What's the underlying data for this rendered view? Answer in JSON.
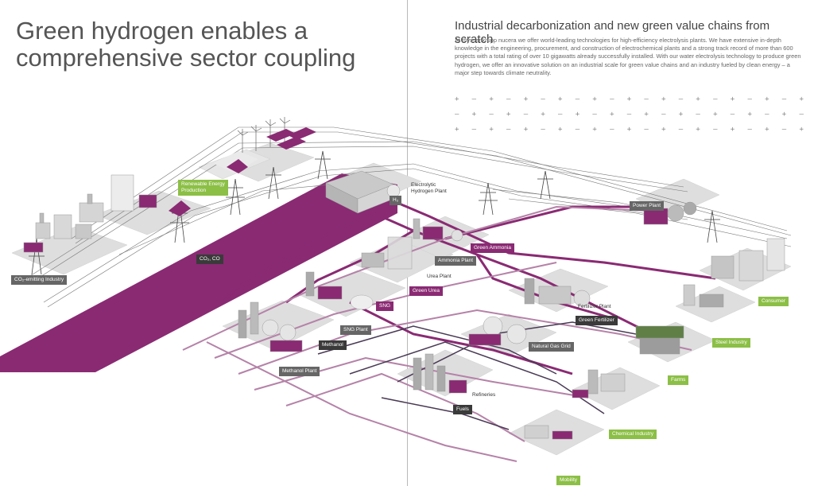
{
  "title": "Green hydrogen enables a comprehensive sector coupling",
  "subtitle": "Industrial decarbonization and new green value chains from scratch",
  "intro": "At thyssenkrupp nucera we offer world-leading technologies for high-efficiency electrolysis plants. We have extensive in-depth knowledge in the engineering, procurement, and construction of electrochemical plants and a strong track record of more than 600 projects with a total rating of over 10 gigawatts already successfully installed. With our water electrolysis technology to produce green hydrogen, we offer an innovative solution on an industrial scale for green value chains and an industry fueled by clean energy – a major step towards climate neutrality.",
  "pattern_rows": [
    "+   –   +   –   +   –   +   –   +   –   +   –   +   –   +   –   +   –   +   –   +   –",
    "–   +   –   +   –   +   –   +   –   +   –   +   –   +   –   +   –   +   –   +   –   +",
    "+   –   +   –   +   –   +   –   +   –   +   –   +   –   +   –   +   –   +   –   +   –"
  ],
  "labels": {
    "co2_industry": "CO₂-emitting Industry",
    "renewable_1": "Renewable Energy",
    "renewable_2": "Production",
    "electrolytic_1": "Electrolytic",
    "electrolytic_2": "Hydrogen Plant",
    "h2": "H₂",
    "co2_co": "CO₂, CO",
    "green_ammonia": "Green Ammonia",
    "ammonia_plant": "Ammonia Plant",
    "urea_plant": "Urea Plant",
    "green_urea": "Green Urea",
    "sng": "SNG",
    "sng_plant": "SNG Plant",
    "methanol": "Methanol",
    "methanol_plant": "Methanol Plant",
    "power_plant": "Power Plant",
    "consumer": "Consumer",
    "fertilizer_plant": "Fertilizer Plant",
    "green_fertilizer": "Green Fertilizer",
    "steel_industry": "Steel Industry",
    "natural_gas_grid": "Natural Gas Grid",
    "farms": "Farms",
    "refineries": "Refineries",
    "fuels": "Fuels",
    "chemical_industry": "Chemical Industry",
    "mobility": "Mobility"
  },
  "colors": {
    "purple": "#8a2a73",
    "lilac": "#b582a8",
    "dark_line": "#4a3a55",
    "green_label": "#8cbf46",
    "gray_label": "#666666",
    "ground": "#dcdcdc"
  }
}
